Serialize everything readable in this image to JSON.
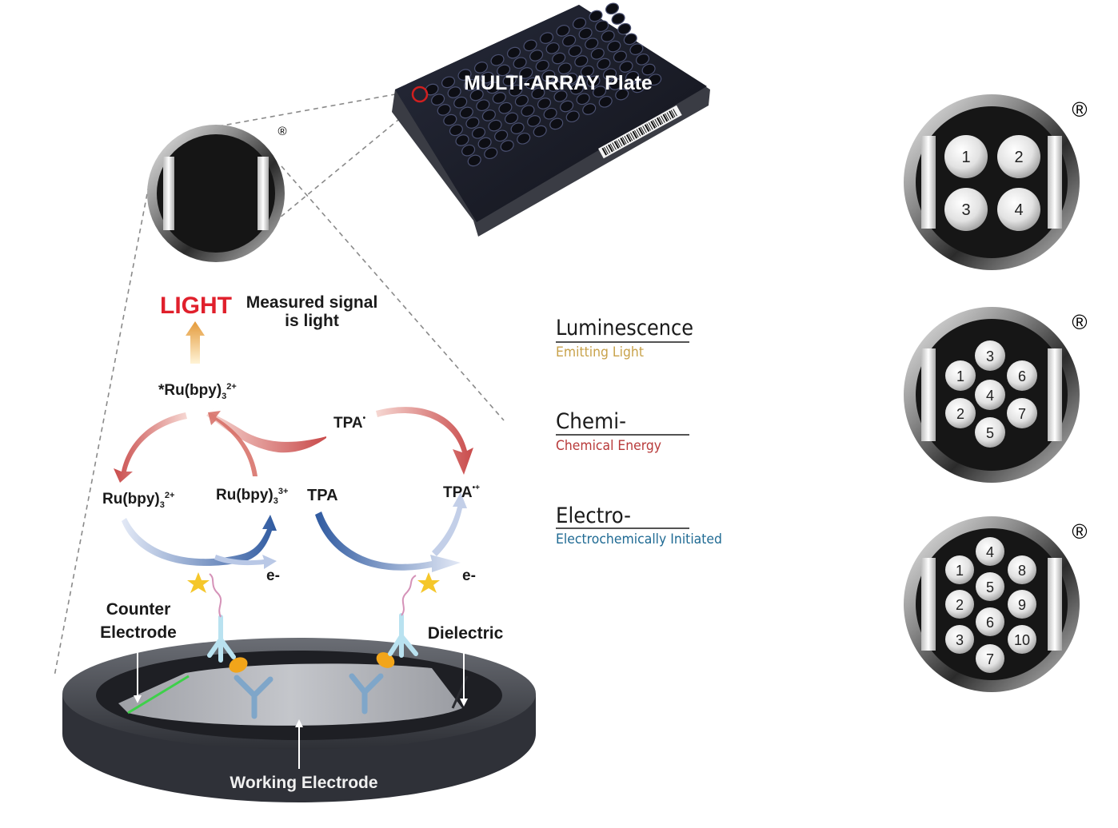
{
  "colors": {
    "light_red": "#e0202c",
    "luminescence_gold": "#c8a24a",
    "chemi_red": "#b83a3a",
    "electro_blue": "#1f6a93",
    "arrow_red": "#c94b4b",
    "arrow_blue": "#2f5aa0",
    "plate_dark": "#1c1e2a",
    "well_outline": "#d11f1f"
  },
  "plate": {
    "label": "MULTI-ARRAY Plate"
  },
  "zoom_well": {
    "registered_mark": "®"
  },
  "signal": {
    "light_label": "LIGHT",
    "measured_line1": "Measured signal",
    "measured_line2": "is light"
  },
  "chemistry": {
    "excited_ru": "*Ru(bpy)",
    "excited_ru_sub": "3",
    "excited_ru_sup": "2+",
    "ru2": "Ru(bpy)",
    "ru2_sub": "3",
    "ru2_sup": "2+",
    "ru3": "Ru(bpy)",
    "ru3_sub": "3",
    "ru3_sup": "3+",
    "tpa": "TPA",
    "tpa_radical": "TPA",
    "tpa_radical_sup": "•",
    "tpa_cation": "TPA",
    "tpa_cation_sup": "•+",
    "electron_left": "e-",
    "electron_right": "e-"
  },
  "electrode": {
    "counter_line1": "Counter",
    "counter_line2": "Electrode",
    "dielectric": "Dielectric",
    "working": "Working Electrode"
  },
  "ecl_terms": [
    {
      "term": "Luminescence",
      "meaning": "Emitting Light"
    },
    {
      "term": "Chemi-",
      "meaning": "Chemical Energy"
    },
    {
      "term": "Electro-",
      "meaning": "Electrochemically Initiated"
    }
  ],
  "spot_wells": [
    {
      "registered_mark": "®",
      "spots": [
        "1",
        "2",
        "3",
        "4"
      ]
    },
    {
      "registered_mark": "®",
      "spots": [
        "3",
        "1",
        "6",
        "4",
        "2",
        "7",
        "5"
      ]
    },
    {
      "registered_mark": "®",
      "spots": [
        "4",
        "1",
        "8",
        "5",
        "2",
        "9",
        "6",
        "3",
        "10",
        "7"
      ]
    }
  ]
}
